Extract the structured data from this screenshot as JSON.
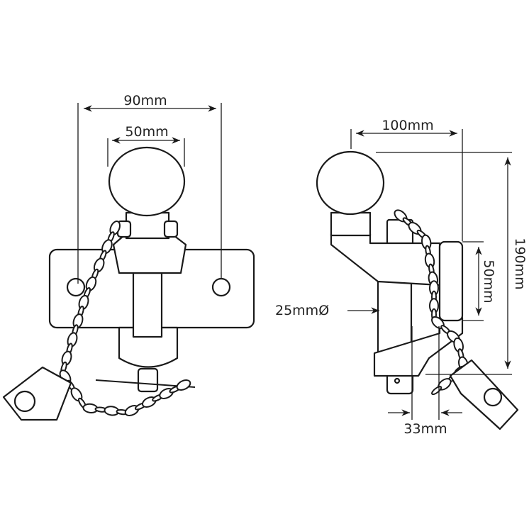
{
  "title": "Tow ball hitch dimensions diagram",
  "front_view": {
    "width_label": "90mm",
    "ball_label": "50mm"
  },
  "side_view": {
    "depth_label": "100mm",
    "height_label": "190mm",
    "jaw_label": "50mm",
    "pin_label": "25mmØ",
    "gap_label": "33mm"
  }
}
